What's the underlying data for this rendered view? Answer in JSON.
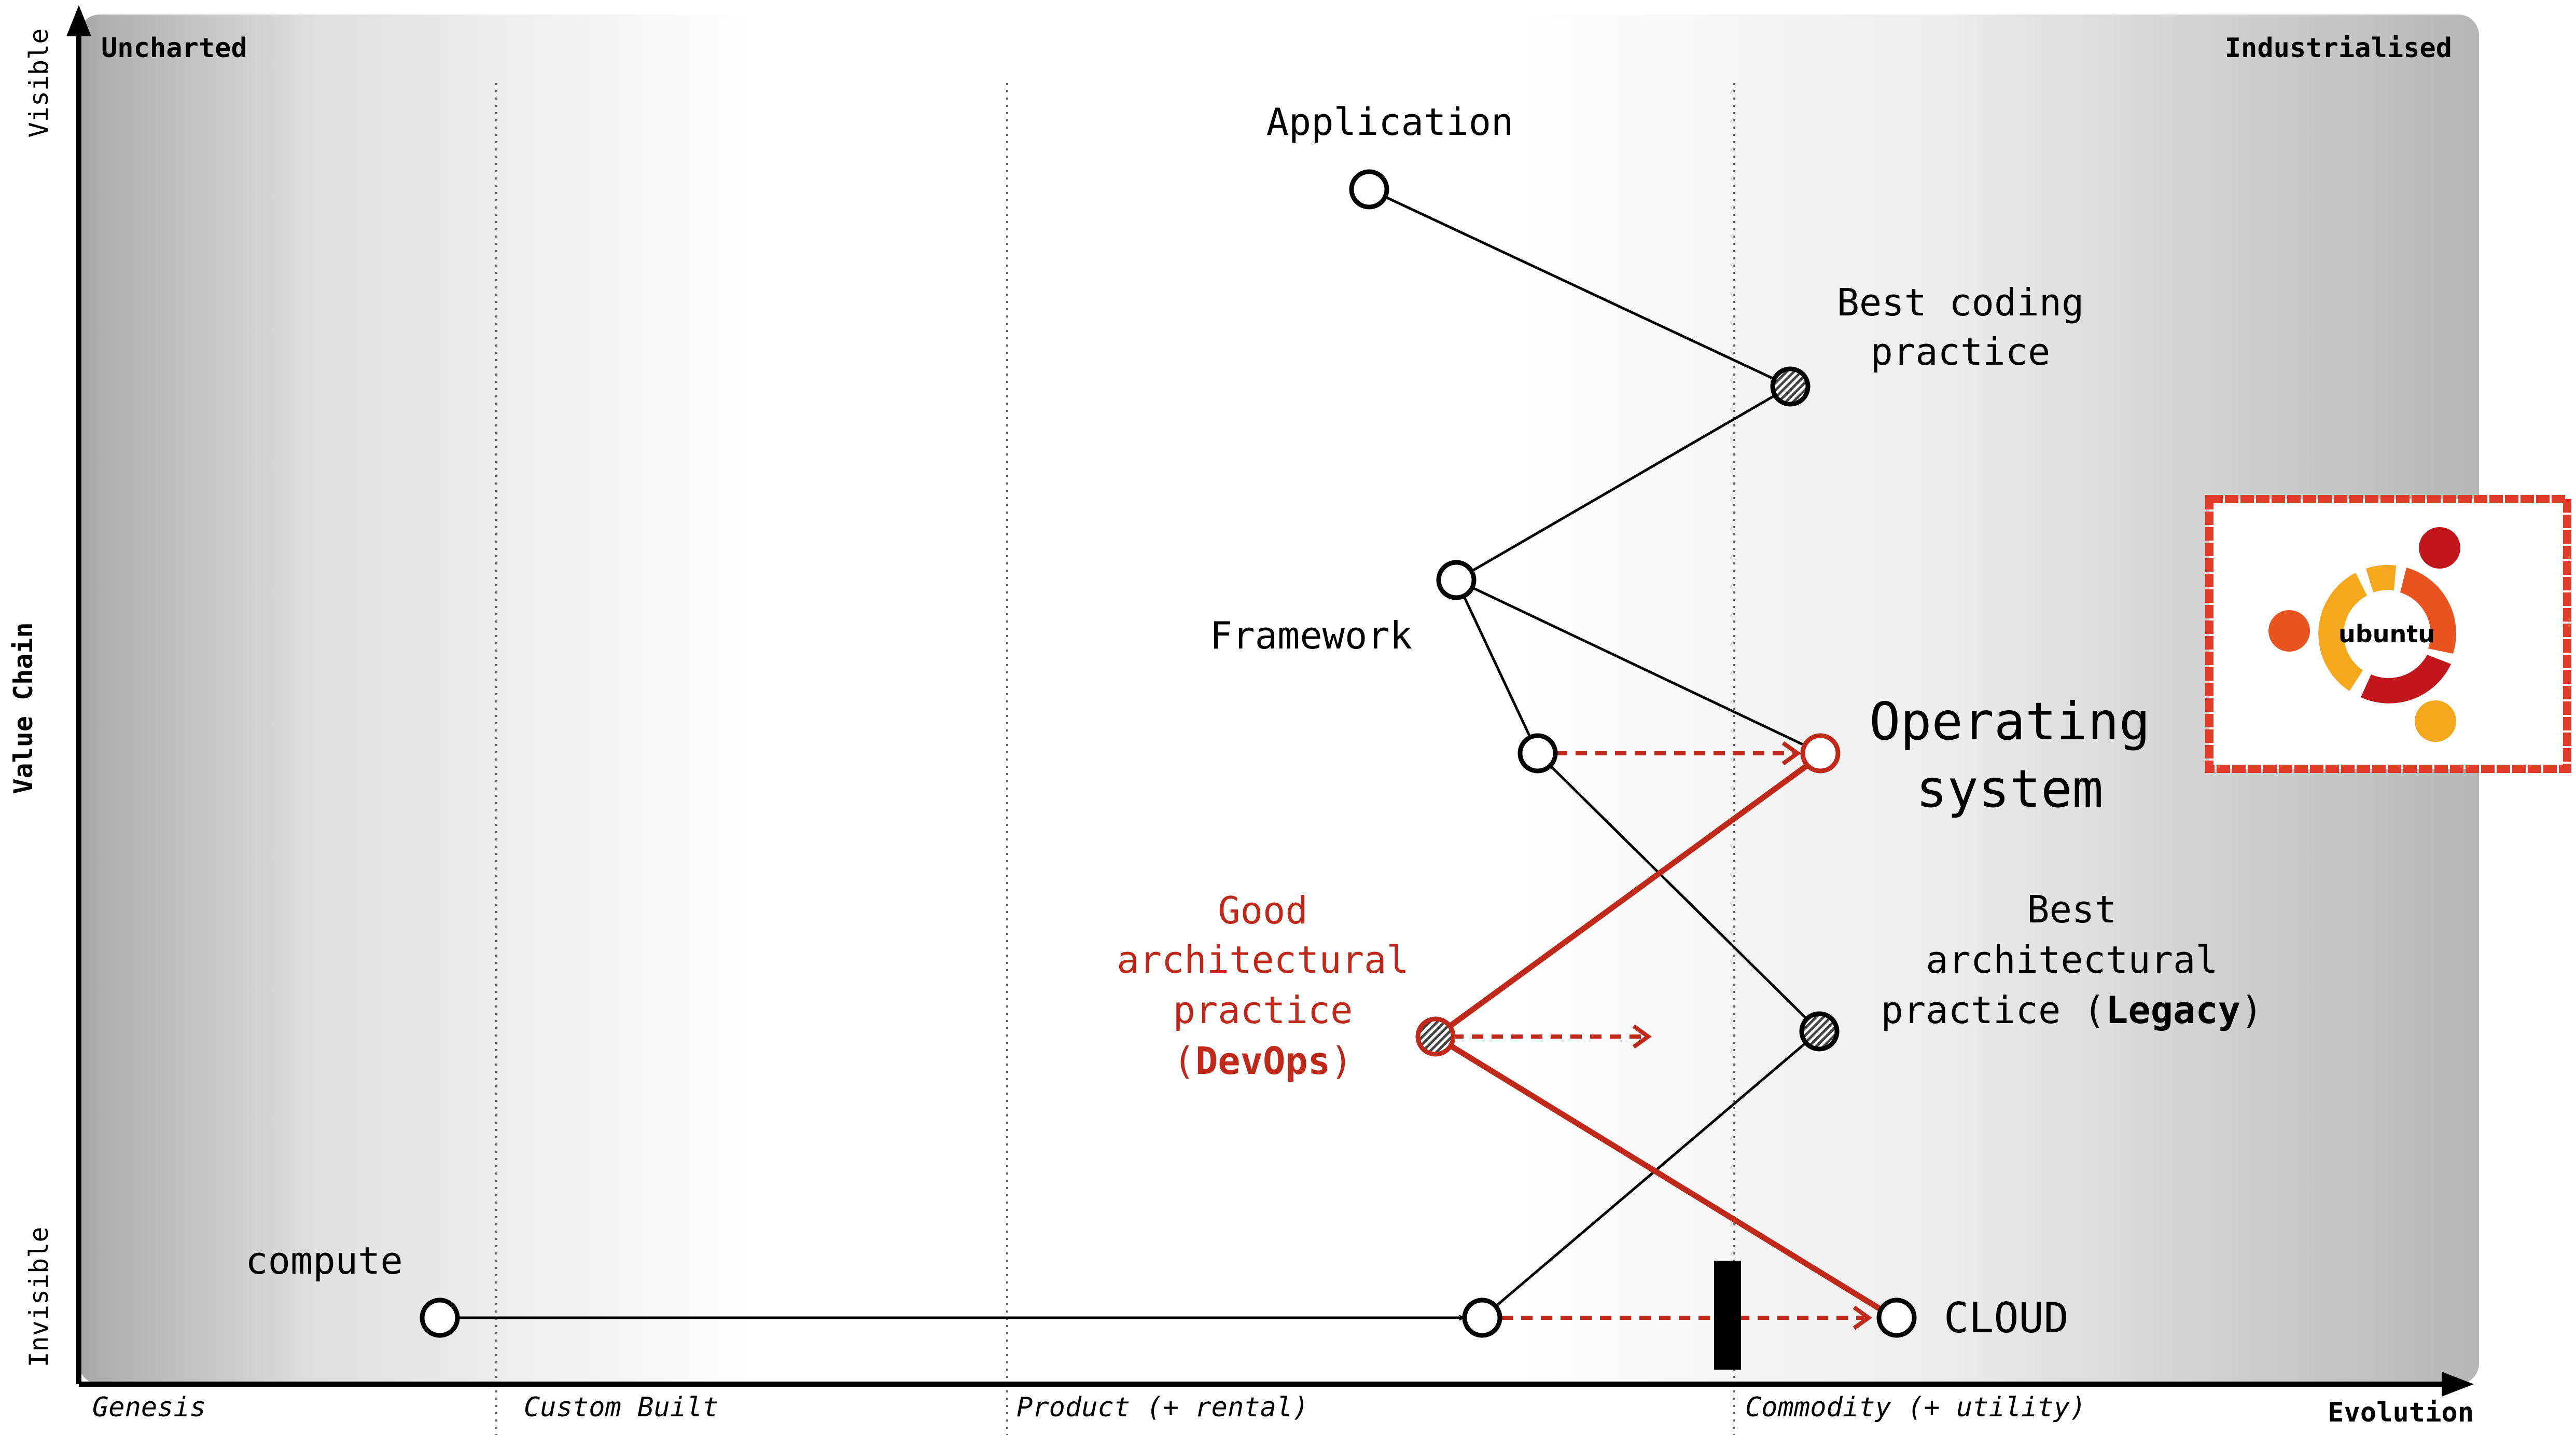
{
  "corners": {
    "top_left": "Uncharted",
    "top_right": "Industrialised"
  },
  "y_axis": {
    "top": "Visible",
    "title": "Value Chain",
    "bottom": "Invisible"
  },
  "x_axis": {
    "title": "Evolution",
    "stages": [
      "Genesis",
      "Custom Built",
      "Product (+ rental)",
      "Commodity (+ utility)"
    ]
  },
  "components": {
    "application": "Application",
    "best_coding_1": "Best coding",
    "best_coding_2": "practice",
    "framework": "Framework",
    "os_1": "Operating",
    "os_2": "system",
    "good_arch_1": "Good",
    "good_arch_2": "architectural",
    "good_arch_3": "practice",
    "good_arch_4_open": "(",
    "good_arch_4_bold": "DevOps",
    "good_arch_4_close": ")",
    "best_arch_1": "Best",
    "best_arch_2": "architectural",
    "best_arch_3_pre": "practice (",
    "best_arch_3_bold": "Legacy",
    "best_arch_3_close": ")",
    "compute": "compute",
    "cloud": "CLOUD"
  },
  "logo": {
    "text": "ubuntu"
  },
  "colors": {
    "accent_red": "#c0291a",
    "logo_orange": "#e95420",
    "logo_red": "#c2161d",
    "logo_yellow": "#f6a81c"
  }
}
